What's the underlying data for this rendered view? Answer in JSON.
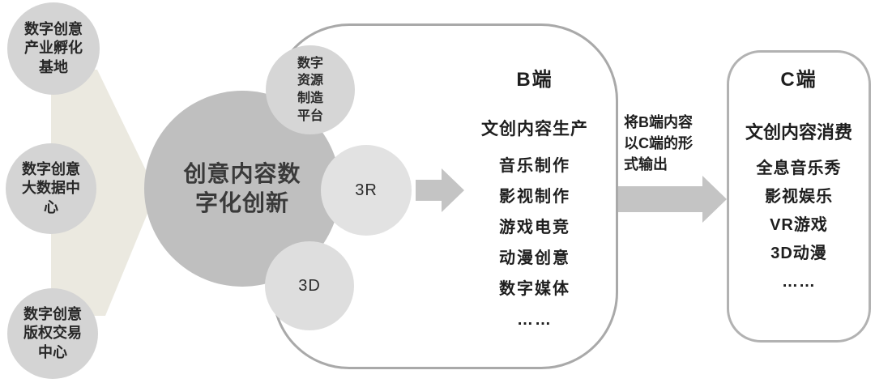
{
  "colors": {
    "background": "#ffffff",
    "funnel_beige": "#ebe9e0",
    "side_circle_gray": "#d4d4d4",
    "hub_gray": "#bfbfbf",
    "satellite_gray": "#e0e0e0",
    "arrow_gray": "#c4c4c4",
    "panel_border_gray": "#aaaaaa",
    "text_dark": "#1e1e1e"
  },
  "left_nodes": [
    {
      "label": "数字创意\n产业孵化\n基地"
    },
    {
      "label": "数字创意\n大数据中\n心"
    },
    {
      "label": "数字创意\n版权交易\n中心"
    }
  ],
  "hub": {
    "label": "创意内容数\n字化创新"
  },
  "satellites": [
    {
      "label": "数字\n资源\n制造\n平台"
    },
    {
      "label": "3R"
    },
    {
      "label": "3D"
    }
  ],
  "b_panel": {
    "title": "B端",
    "subtitle": "文创内容生产",
    "items": [
      "音乐制作",
      "影视制作",
      "游戏电竞",
      "动漫创意",
      "数字媒体",
      "……"
    ]
  },
  "flow_label": "将B端内容\n以C端的形\n式输出",
  "c_panel": {
    "title": "C端",
    "subtitle": "文创内容消费",
    "items": [
      "全息音乐秀",
      "影视娱乐",
      "VR游戏",
      "3D动漫",
      "……"
    ]
  }
}
